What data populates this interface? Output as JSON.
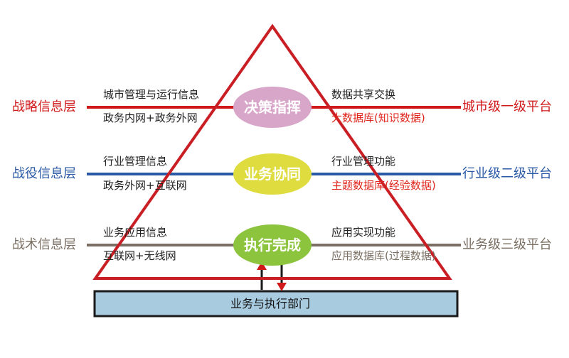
{
  "colors": {
    "strategic": "#d0191b",
    "campaign": "#2a5aa5",
    "tactical": "#7a6f62",
    "triangle": "#c81e24",
    "ellipse_top": "#d8a6c8",
    "ellipse_mid": "#dedc3e",
    "ellipse_bot": "#8cc43e",
    "base_fill": "#a8cbe0",
    "red_text": "#e0261c"
  },
  "layers": [
    {
      "left_label": "战略信息层",
      "right_label": "城市级一级平台",
      "info_top": "城市管理与运行信息",
      "info_bottom": "政务内网+政务外网",
      "center": "决策指挥",
      "func_top": "数据共享交换",
      "func_bottom": "大数据库(知识数据)"
    },
    {
      "left_label": "战役信息层",
      "right_label": "行业级二级平台",
      "info_top": "行业管理信息",
      "info_bottom": "政务外网+互联网",
      "center": "业务协同",
      "func_top": "行业管理功能",
      "func_bottom": "主题数据库(经验数据)"
    },
    {
      "left_label": "战术信息层",
      "right_label": "业务级三级平台",
      "info_top": "业务应用信息",
      "info_bottom": "互联网+无线网",
      "center": "执行完成",
      "func_top": "应用实现功能",
      "func_bottom": "应用数据库(过程数据)"
    }
  ],
  "base": {
    "label": "业务与执行部门"
  },
  "icons": {
    "up": "arrow-up-icon",
    "down": "arrow-down-icon"
  }
}
